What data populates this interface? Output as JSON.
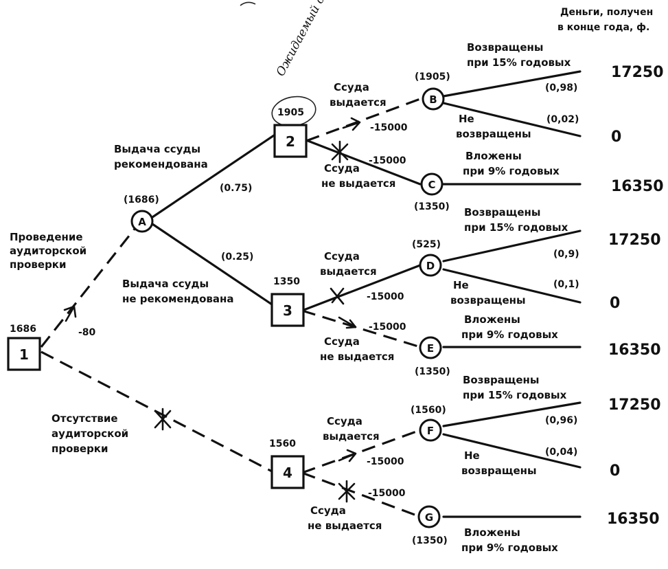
{
  "header": {
    "line1": "Деньги, получен",
    "line2": "в конце года, ф."
  },
  "handwritten": {
    "text": "Ожидаемый денежный доход",
    "circled": "1905"
  },
  "decision_nodes": [
    {
      "id": "1",
      "value": "1686"
    },
    {
      "id": "2",
      "value": "1905"
    },
    {
      "id": "3",
      "value": "1350"
    },
    {
      "id": "4",
      "value": "1560"
    }
  ],
  "chance_nodes": [
    {
      "id": "A",
      "value": "(1686)"
    },
    {
      "id": "B",
      "value": "(1905)"
    },
    {
      "id": "C",
      "value": "(1350)"
    },
    {
      "id": "D",
      "value": "(525)"
    },
    {
      "id": "E",
      "value": "(1350)"
    },
    {
      "id": "F",
      "value": "(1560)"
    },
    {
      "id": "G",
      "value": "(1350)"
    }
  ],
  "labels": {
    "audit": [
      "Проведение",
      "аудиторской",
      "проверки"
    ],
    "no_audit": [
      "Отсутствие",
      "аудиторской",
      "проверки"
    ],
    "cost": "-80",
    "rec": [
      "Выдача ссуды",
      "рекомендована"
    ],
    "notrec": [
      "Выдача ссуды",
      "не рекомендована"
    ],
    "p_rec": "(0.75)",
    "p_notrec": "(0.25)",
    "loan_yes": [
      "Ссуда",
      "выдается"
    ],
    "loan_no": [
      "Ссуда",
      "не выдается"
    ],
    "loan_amount": "-15000",
    "returned": [
      "Возвращены",
      "при 15% годовых"
    ],
    "not_returned": [
      "Не",
      "возвращены"
    ],
    "invested": [
      "Вложены",
      "при 9% годовых"
    ]
  },
  "probs": {
    "b_ret": "(0,98)",
    "b_not": "(0,02)",
    "d_ret": "(0,9)",
    "d_not": "(0,1)",
    "f_ret": "(0,96)",
    "f_not": "(0,04)"
  },
  "payoffs": {
    "b_ret": "17250",
    "b_not": "0",
    "c": "16350",
    "d_ret": "17250",
    "d_not": "0",
    "e": "16350",
    "f_ret": "17250",
    "f_not": "0",
    "g": "16350"
  }
}
